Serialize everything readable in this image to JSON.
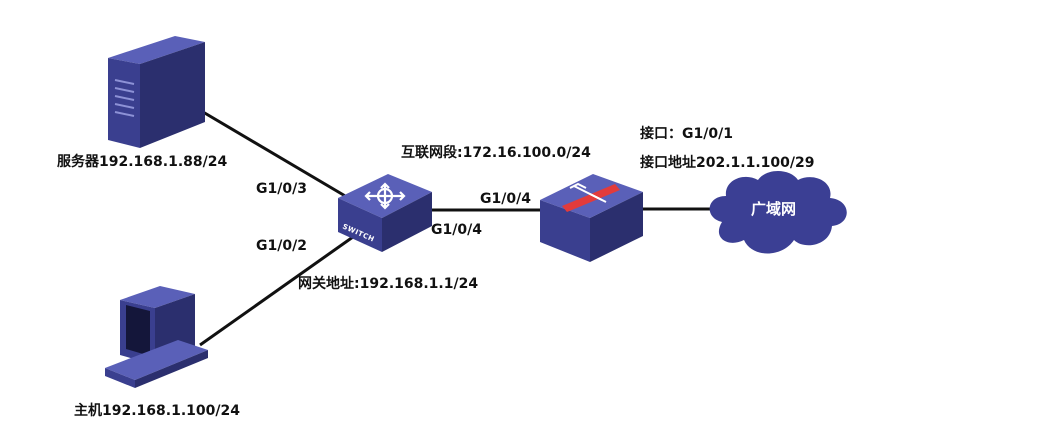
{
  "colors": {
    "device_front": "#3a3f8f",
    "device_top": "#5a60b8",
    "device_side": "#2b2f6e",
    "cloud": "#3b3f94",
    "firewall_band": "#e23b3b",
    "link": "#111111"
  },
  "nodes": {
    "server": {
      "label": "服务器192.168.1.88/24",
      "icon": "server-icon"
    },
    "host": {
      "label": "主机192.168.1.100/24",
      "icon": "desktop-computer-icon"
    },
    "switch": {
      "label": "SWITCH",
      "icon": "switch-icon",
      "gateway_label": "网关地址:192.168.1.1/24"
    },
    "firewall": {
      "icon": "firewall-icon",
      "interface_label": "接口：G1/0/1",
      "address_label": "接口地址202.1.1.100/29"
    },
    "wan": {
      "label": "广域网",
      "icon": "cloud-icon"
    }
  },
  "links": {
    "server_switch": {
      "port": "G1/0/3"
    },
    "host_switch": {
      "port": "G1/0/2"
    },
    "switch_firewall": {
      "port_switch": "G1/0/4",
      "port_firewall": "G1/0/4",
      "segment_label": "互联网段:172.16.100.0/24"
    }
  }
}
